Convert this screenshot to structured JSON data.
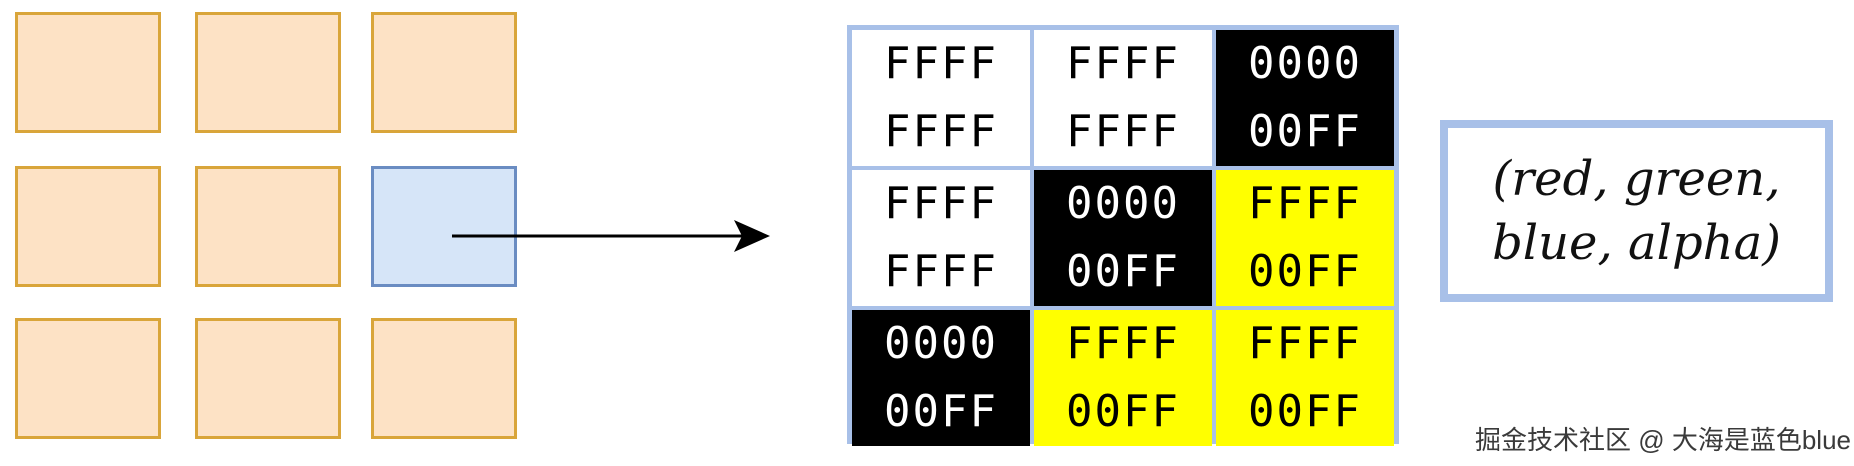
{
  "source_grid": {
    "rows": 3,
    "cols": 3,
    "selected": {
      "row": 1,
      "col": 2
    },
    "colors": {
      "fill": "#fde2c5",
      "border": "#d9a53a",
      "selected_fill": "#d6e5f8",
      "selected_border": "#6a8cc2"
    }
  },
  "pixel_matrix": {
    "cells": [
      [
        {
          "line1": "FFFF",
          "line2": "FFFF",
          "color": "white"
        },
        {
          "line1": "FFFF",
          "line2": "FFFF",
          "color": "white"
        },
        {
          "line1": "0000",
          "line2": "00FF",
          "color": "black"
        }
      ],
      [
        {
          "line1": "FFFF",
          "line2": "FFFF",
          "color": "white"
        },
        {
          "line1": "0000",
          "line2": "00FF",
          "color": "black"
        },
        {
          "line1": "FFFF",
          "line2": "00FF",
          "color": "yellow"
        }
      ],
      [
        {
          "line1": "0000",
          "line2": "00FF",
          "color": "black"
        },
        {
          "line1": "FFFF",
          "line2": "00FF",
          "color": "yellow"
        },
        {
          "line1": "FFFF",
          "line2": "00FF",
          "color": "yellow"
        }
      ]
    ],
    "colors": {
      "border": "#a8c0e8",
      "white": "#ffffff",
      "black": "#000000",
      "yellow": "#ffff00"
    }
  },
  "legend": {
    "line1": "(red, green,",
    "line2": "blue, alpha)"
  },
  "watermark": {
    "text": "掘金技术社区 @ 大海是蓝色blue"
  }
}
